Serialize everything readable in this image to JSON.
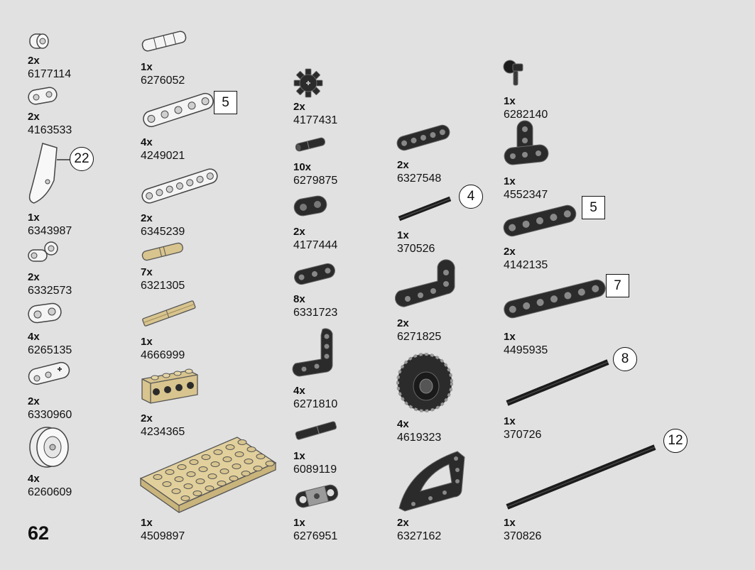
{
  "page_number": "62",
  "parts": [
    {
      "id": "p1",
      "qty": "2x",
      "number": "6177114"
    },
    {
      "id": "p2",
      "qty": "2x",
      "number": "4163533"
    },
    {
      "id": "p3",
      "qty": "1x",
      "number": "6343987",
      "badge": "22",
      "badge_shape": "circle"
    },
    {
      "id": "p4",
      "qty": "2x",
      "number": "6332573"
    },
    {
      "id": "p5",
      "qty": "4x",
      "number": "6265135"
    },
    {
      "id": "p6",
      "qty": "2x",
      "number": "6330960"
    },
    {
      "id": "p7",
      "qty": "4x",
      "number": "6260609"
    },
    {
      "id": "p8",
      "qty": "1x",
      "number": "6276052"
    },
    {
      "id": "p9",
      "qty": "4x",
      "number": "4249021",
      "badge": "5",
      "badge_shape": "square"
    },
    {
      "id": "p10",
      "qty": "2x",
      "number": "6345239"
    },
    {
      "id": "p11",
      "qty": "7x",
      "number": "6321305"
    },
    {
      "id": "p12",
      "qty": "1x",
      "number": "4666999"
    },
    {
      "id": "p13",
      "qty": "2x",
      "number": "4234365"
    },
    {
      "id": "p14",
      "qty": "1x",
      "number": "4509897"
    },
    {
      "id": "p15",
      "qty": "2x",
      "number": "4177431"
    },
    {
      "id": "p16",
      "qty": "10x",
      "number": "6279875"
    },
    {
      "id": "p17",
      "qty": "2x",
      "number": "4177444"
    },
    {
      "id": "p18",
      "qty": "8x",
      "number": "6331723"
    },
    {
      "id": "p19",
      "qty": "4x",
      "number": "6271810"
    },
    {
      "id": "p20",
      "qty": "1x",
      "number": "6089119"
    },
    {
      "id": "p21",
      "qty": "1x",
      "number": "6276951"
    },
    {
      "id": "p22",
      "qty": "2x",
      "number": "6327548"
    },
    {
      "id": "p23",
      "qty": "1x",
      "number": "370526",
      "badge": "4",
      "badge_shape": "circle"
    },
    {
      "id": "p24",
      "qty": "2x",
      "number": "6271825"
    },
    {
      "id": "p25",
      "qty": "4x",
      "number": "4619323"
    },
    {
      "id": "p26",
      "qty": "2x",
      "number": "6327162"
    },
    {
      "id": "p27",
      "qty": "1x",
      "number": "6282140"
    },
    {
      "id": "p28",
      "qty": "1x",
      "number": "4552347"
    },
    {
      "id": "p29",
      "qty": "2x",
      "number": "4142135",
      "badge": "5",
      "badge_shape": "square"
    },
    {
      "id": "p30",
      "qty": "1x",
      "number": "4495935",
      "badge": "7",
      "badge_shape": "square"
    },
    {
      "id": "p31",
      "qty": "1x",
      "number": "370726",
      "badge": "8",
      "badge_shape": "circle"
    },
    {
      "id": "p32",
      "qty": "1x",
      "number": "370826",
      "badge": "12",
      "badge_shape": "circle"
    }
  ],
  "colors": {
    "background": "#e1e1e1",
    "white_part": "#f4f4f4",
    "black_part": "#2b2b2b",
    "tan_part": "#d8c48e",
    "outline": "#444444"
  }
}
